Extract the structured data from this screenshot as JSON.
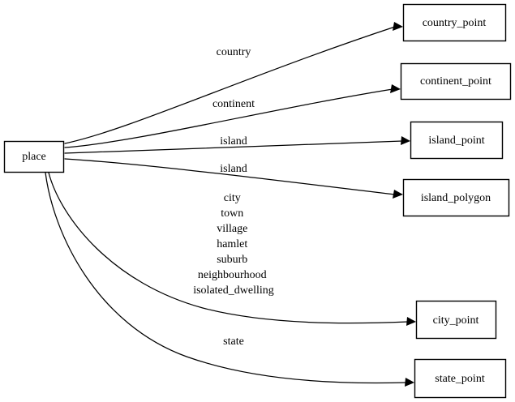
{
  "diagram": {
    "type": "directed-graph",
    "title": "place",
    "background_color": "#ffffff",
    "line_color": "#000000",
    "node_fill_color": "#ffffff",
    "source_node": {
      "id": "place",
      "label": "place"
    },
    "target_nodes": [
      {
        "id": "country_point",
        "label": "country_point"
      },
      {
        "id": "continent_point",
        "label": "continent_point"
      },
      {
        "id": "island_point",
        "label": "island_point"
      },
      {
        "id": "island_polygon",
        "label": "island_polygon"
      },
      {
        "id": "city_point",
        "label": "city_point"
      },
      {
        "id": "state_point",
        "label": "state_point"
      }
    ],
    "edges": [
      {
        "from": "place",
        "to": "country_point",
        "label_lines": [
          "country"
        ]
      },
      {
        "from": "place",
        "to": "continent_point",
        "label_lines": [
          "continent"
        ]
      },
      {
        "from": "place",
        "to": "island_point",
        "label_lines": [
          "island"
        ]
      },
      {
        "from": "place",
        "to": "island_polygon",
        "label_lines": [
          "island"
        ]
      },
      {
        "from": "place",
        "to": "city_point",
        "label_lines": [
          "city",
          "town",
          "village",
          "hamlet",
          "suburb",
          "neighbourhood",
          "isolated_dwelling"
        ]
      },
      {
        "from": "place",
        "to": "state_point",
        "label_lines": [
          "state"
        ]
      }
    ]
  }
}
